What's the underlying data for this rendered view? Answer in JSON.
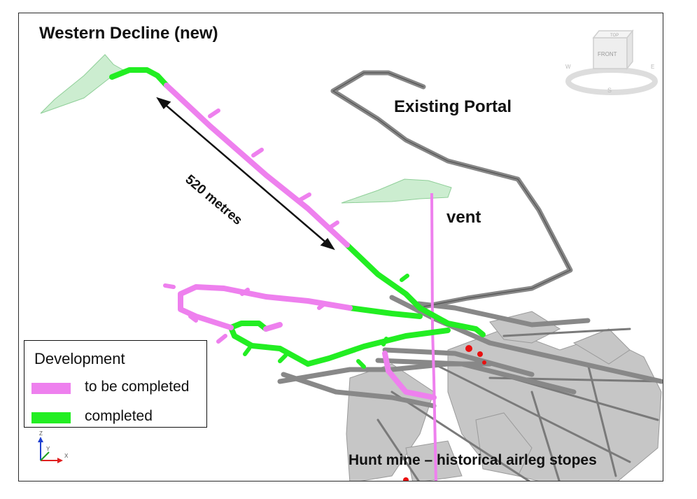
{
  "labels": {
    "western_decline": "Western Decline (new)",
    "existing_portal": "Existing Portal",
    "vent": "vent",
    "distance": "520 metres",
    "hunt_mine": "Hunt mine – historical airleg stopes"
  },
  "legend": {
    "title": "Development",
    "items": [
      {
        "label": "to be completed",
        "color": "#ee80ee"
      },
      {
        "label": "completed",
        "color": "#22ee22"
      }
    ]
  },
  "nav_cube": {
    "face": "FRONT",
    "top": "TOP",
    "compass": [
      "W",
      "S",
      "E"
    ]
  },
  "axis_triad": {
    "labels": [
      "Z",
      "Y",
      "X"
    ]
  },
  "colors": {
    "to_be_completed": "#ee80ee",
    "completed": "#22ee22",
    "existing_workings": "#8a8a8a",
    "stopes": "#c4c4c4",
    "portal_solid": "#bfe8c4",
    "highlight": "#e81010"
  }
}
